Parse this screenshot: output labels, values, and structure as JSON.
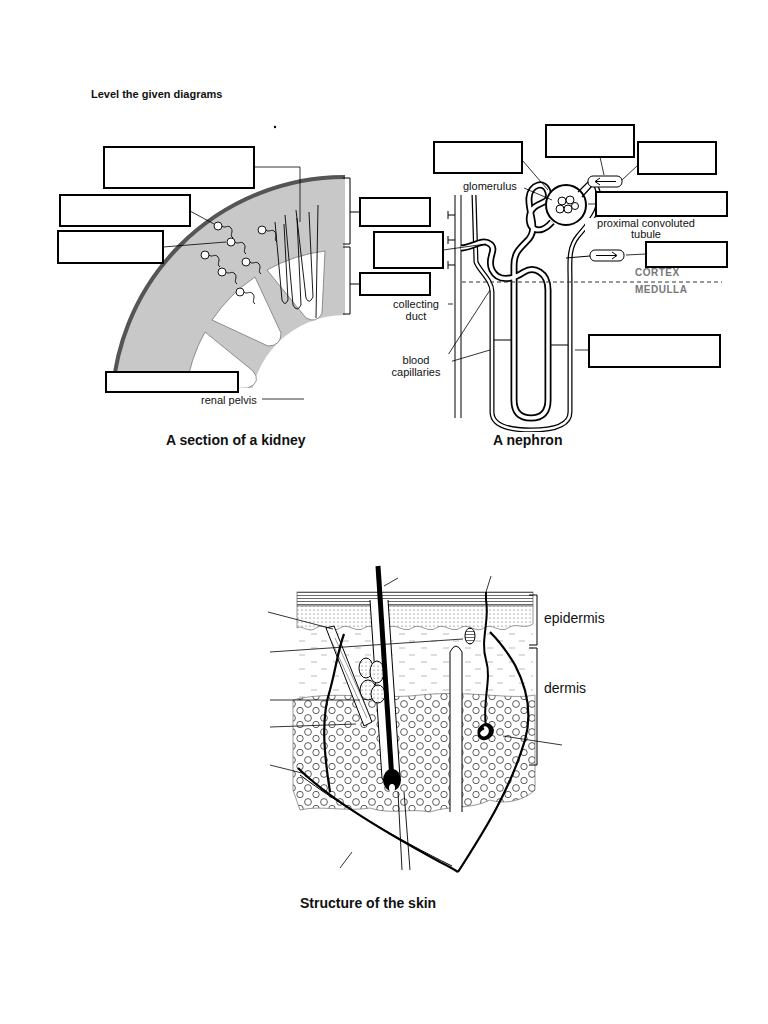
{
  "diagram": {
    "title": "Level the given diagrams",
    "labels": [
      "renal pelvis",
      "glomerulus",
      "proximal convoluted tubule",
      "CORTEX",
      "MEDULLA",
      "collecting duct",
      "blood capillaries",
      "A section of a kidney",
      "A nephron",
      "epidermis",
      "dermis",
      "Structure of the skin"
    ]
  }
}
